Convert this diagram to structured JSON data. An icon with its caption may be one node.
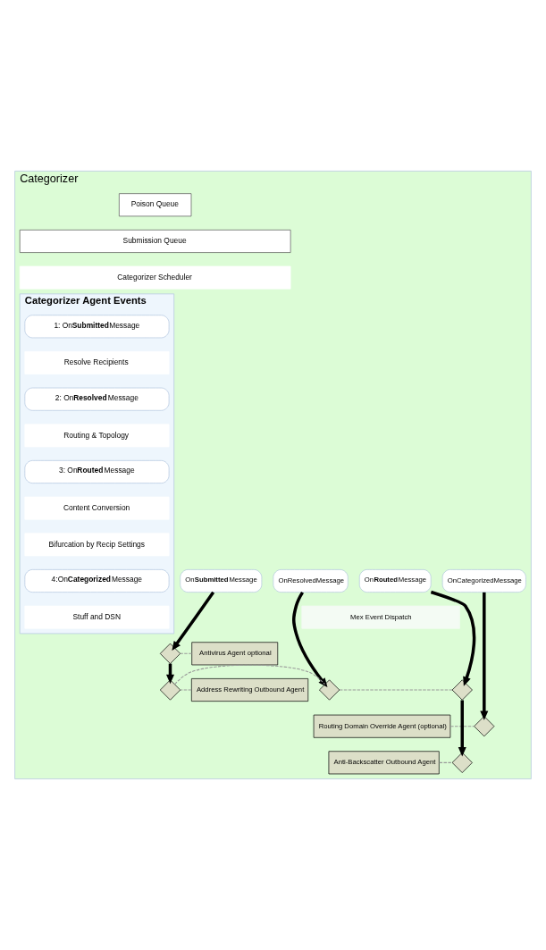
{
  "diagram": {
    "nodes": [
      {
        "text": [
          "Categorizer"
        ]
      },
      {
        "text": [
          "Poison Queue"
        ],
        "in": 0
      },
      {
        "text": [
          "Submission Queue"
        ],
        "in": 0
      },
      {
        "text": [
          "Categorizer Scheduler"
        ],
        "in": 0
      },
      {
        "text": [
          "Categorizer Agent Events"
        ],
        "in": 0
      },
      {
        "text": [
          "1: On**Submitted**Message"
        ],
        "in": 4
      },
      {
        "text": [
          "Resolve Recipients"
        ],
        "in": 4
      },
      {
        "text": [
          "2: On**Resolved**Message"
        ],
        "in": 4
      },
      {
        "text": [
          "Routing & Topology"
        ],
        "in": 4
      },
      {
        "text": [
          "3: On**Routed**Message"
        ],
        "in": 4
      },
      {
        "text": [
          "Content Conversion"
        ],
        "in": 4
      },
      {
        "text": [
          "Bifurcation by Recip Settings"
        ],
        "in": 4
      },
      {
        "text": [
          "4:On**Categorized**Message"
        ],
        "in": 4
      },
      {
        "text": [
          "Stuff and DSN"
        ],
        "in": 4
      },
      {
        "text": [
          "On**Submitted**Message"
        ],
        "in": 0
      },
      {
        "text": [
          "OnResolvedMessage"
        ],
        "in": 0
      },
      {
        "text": [
          "On**Routed**Message"
        ],
        "in": 0
      },
      {
        "text": [
          "OnCategorizedMessage"
        ],
        "in": 0
      },
      {
        "text": [
          "Mex Event Dispatch"
        ],
        "in": 0
      },
      {
        "text": [
          "Antivirus Agent optional"
        ],
        "in": 0
      },
      {
        "text": [
          "Address Rewriting Outbound Agent"
        ],
        "in": 0
      },
      {
        "text": [
          "Routing Domain Override Agent (optional)"
        ],
        "in": 0
      },
      {
        "text": [
          "Anti-Backscatter Outbound Agent"
        ],
        "in": 0
      },
      {
        "text": [],
        "shape": "diamond",
        "in": 0
      },
      {
        "text": [],
        "shape": "diamond",
        "in": 0
      },
      {
        "text": [],
        "shape": "diamond",
        "in": 0
      },
      {
        "text": [],
        "shape": "diamond",
        "in": 0
      },
      {
        "text": [],
        "shape": "diamond",
        "in": 0
      },
      {
        "text": [],
        "shape": "diamond",
        "in": 0
      }
    ],
    "edges": [
      {
        "from": 14,
        "to": 23,
        "arrow": "to",
        "style": "thick"
      },
      {
        "from": 23,
        "to": 24,
        "arrow": "to",
        "style": "thick"
      },
      {
        "from": 15,
        "to": 25,
        "arrow": "to",
        "style": "thick"
      },
      {
        "from": 16,
        "to": 26,
        "arrow": "to",
        "style": "thick"
      },
      {
        "from": 26,
        "to": 28,
        "arrow": "to",
        "style": "thick"
      },
      {
        "from": 17,
        "to": 27,
        "arrow": "to",
        "style": "thick"
      },
      {
        "from": 19,
        "to": 23,
        "arrow": "none",
        "style": "dashed",
        "color": "#999999"
      },
      {
        "from": 20,
        "to": 24,
        "arrow": "none",
        "style": "dashed",
        "color": "#999999"
      },
      {
        "from": 24,
        "to": 25,
        "arrow": "none",
        "style": "dashed",
        "color": "#999999"
      },
      {
        "from": 25,
        "to": 26,
        "arrow": "none",
        "style": "dashed",
        "color": "#999999"
      },
      {
        "from": 21,
        "to": 27,
        "arrow": "none",
        "style": "dashed",
        "color": "#999999"
      },
      {
        "from": 22,
        "to": 28,
        "arrow": "none",
        "style": "dashed",
        "color": "#999999"
      }
    ]
  }
}
